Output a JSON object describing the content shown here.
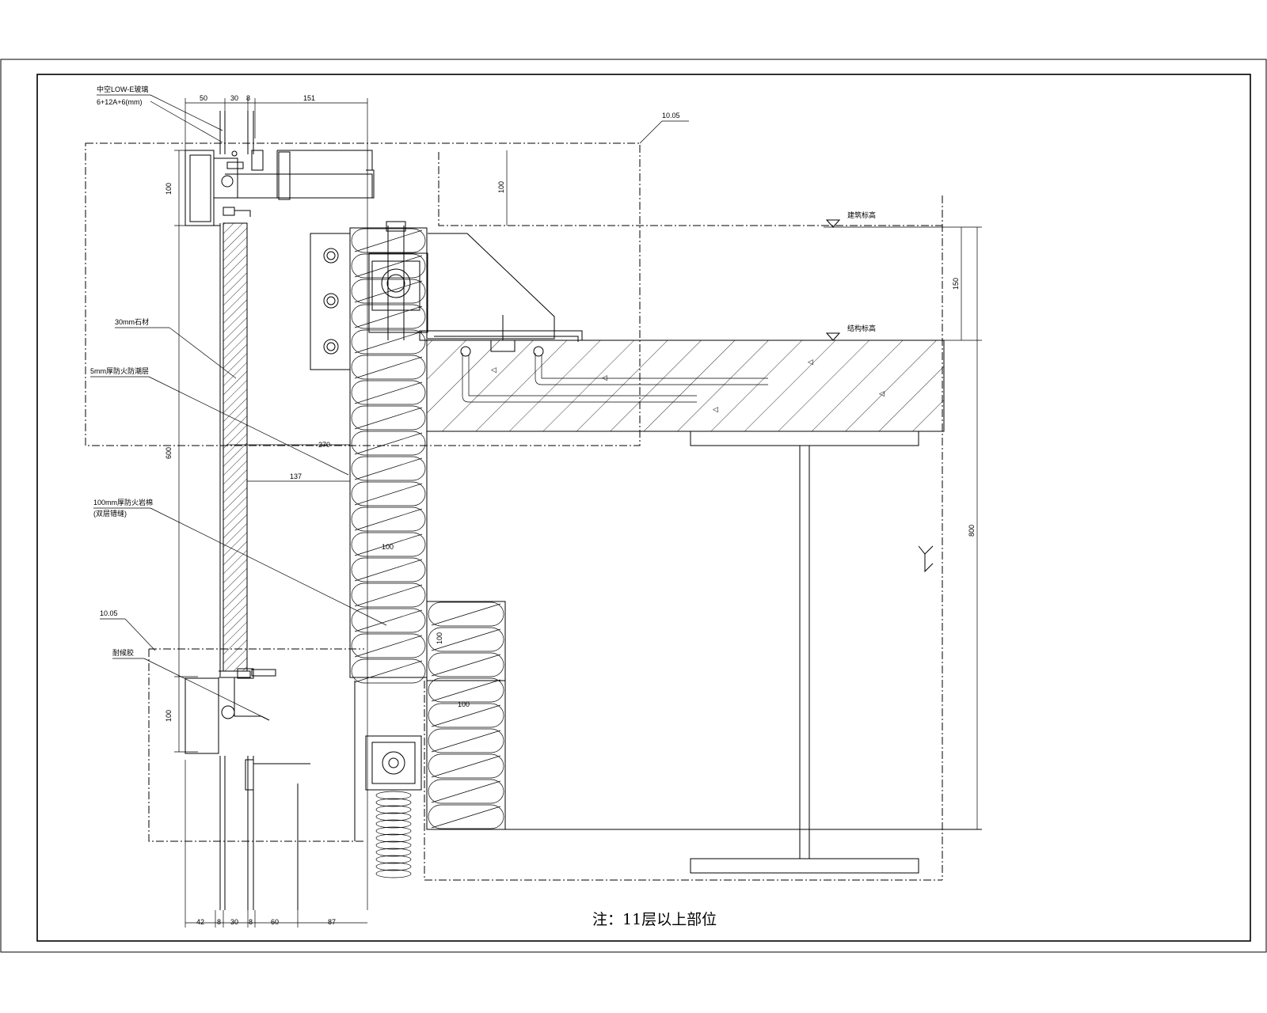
{
  "drawing": {
    "note": "注：11层以上部位",
    "top_dims": [
      "50",
      "30",
      "8",
      "151"
    ],
    "bottom_dims": [
      "42",
      "8",
      "30",
      "8",
      "60",
      "87"
    ],
    "vertical_dims": {
      "top_profile": "100",
      "top_right": "100",
      "panel_height": "600",
      "bottom_profile": "100",
      "level_gap": "150",
      "beam_depth": "800",
      "insul_lower": "100"
    },
    "inner_dims": {
      "d270": "270",
      "d137": "137",
      "insul_100_a": "100",
      "insul_100_b": "100"
    },
    "labels": {
      "glass_top_line1": "中空LOW-E玻璃",
      "glass_top_line2": "6+12A+6(mm)",
      "panel": "30mm石材",
      "membrane": "5mm厚防火防潮层",
      "insulation_line1": "100mm厚防火岩棉",
      "insulation_line2": "(双层错缝)",
      "node_top": "10.05",
      "node_bottom": "10.05",
      "sealant": "耐候胶",
      "level_arch": "建筑标高",
      "level_struct": "结构标高"
    }
  }
}
